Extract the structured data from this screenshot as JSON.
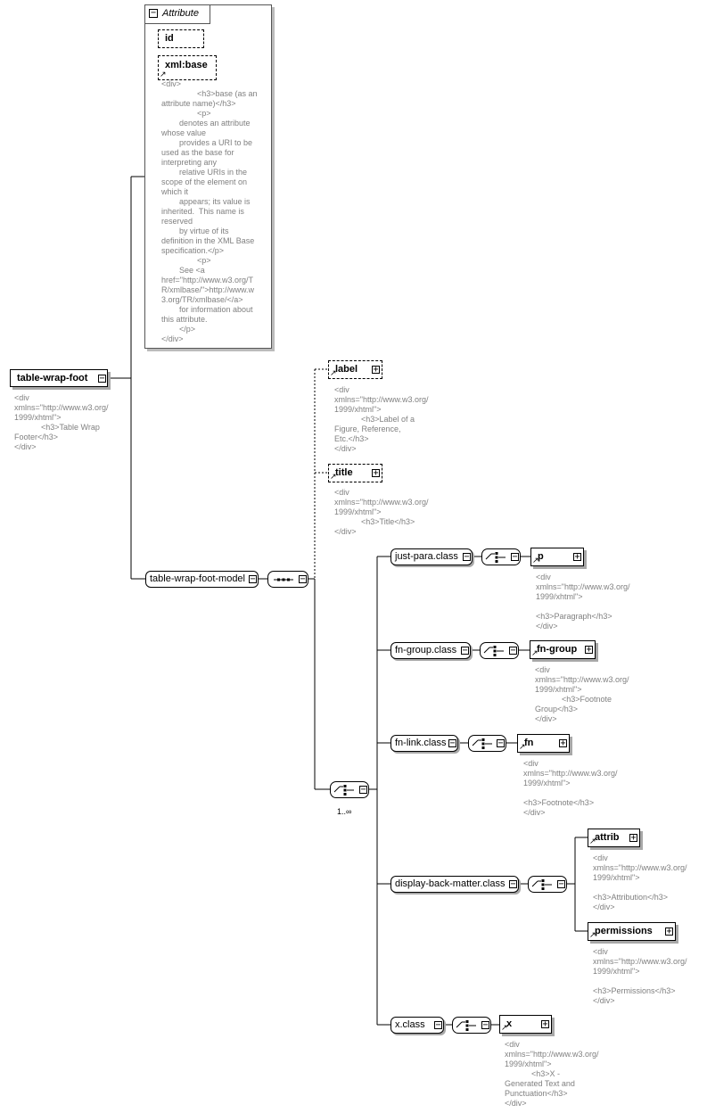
{
  "root": {
    "name": "table-wrap-foot",
    "doc": "<div\nxmlns=\"http://www.w3.org/\n1999/xhtml\">\n            <h3>Table Wrap\nFooter</h3>\n</div>"
  },
  "attribute_panel": {
    "header": "Attribute",
    "attrs": [
      {
        "name": "id"
      },
      {
        "name": "xml:base"
      }
    ],
    "xmlbase_doc": "<div>\n                <h3>base (as an\nattribute name)</h3>\n                <p>\n        denotes an attribute\nwhose value\n        provides a URI to be\nused as the base for\ninterpreting any\n        relative URIs in the\nscope of the element on\nwhich it\n        appears; its value is\ninherited.  This name is\nreserved\n        by virtue of its\ndefinition in the XML Base\nspecification.</p>\n                <p>\n        See <a\nhref=\"http://www.w3.org/T\nR/xmlbase/\">http://www.w\n3.org/TR/xmlbase/</a>\n        for information about\nthis attribute.\n        </p>\n</div>"
  },
  "model_group": {
    "name": "table-wrap-foot-model"
  },
  "optional": [
    {
      "name": "label",
      "doc": "<div\nxmlns=\"http://www.w3.org/\n1999/xhtml\">\n            <h3>Label of a\nFigure, Reference,\nEtc.</h3>\n</div>"
    },
    {
      "name": "title",
      "doc": "<div\nxmlns=\"http://www.w3.org/\n1999/xhtml\">\n            <h3>Title</h3>\n</div>"
    }
  ],
  "choice_cardinality": "1..∞",
  "classes": [
    {
      "group": "just-para.class",
      "children": [
        {
          "name": "p",
          "doc": "<div\nxmlns=\"http://www.w3.org/\n1999/xhtml\">\n\n<h3>Paragraph</h3>\n</div>"
        }
      ]
    },
    {
      "group": "fn-group.class",
      "children": [
        {
          "name": "fn-group",
          "doc": "<div\nxmlns=\"http://www.w3.org/\n1999/xhtml\">\n            <h3>Footnote\nGroup</h3>\n</div>"
        }
      ]
    },
    {
      "group": "fn-link.class",
      "children": [
        {
          "name": "fn",
          "doc": "<div\nxmlns=\"http://www.w3.org/\n1999/xhtml\">\n\n<h3>Footnote</h3>\n</div>"
        }
      ]
    },
    {
      "group": "display-back-matter.class",
      "children": [
        {
          "name": "attrib",
          "doc": "<div\nxmlns=\"http://www.w3.org/\n1999/xhtml\">\n\n<h3>Attribution</h3>\n</div>"
        },
        {
          "name": "permissions",
          "doc": "<div\nxmlns=\"http://www.w3.org/\n1999/xhtml\">\n\n<h3>Permissions</h3>\n</div>"
        }
      ]
    },
    {
      "group": "x.class",
      "children": [
        {
          "name": "x",
          "doc": "<div\nxmlns=\"http://www.w3.org/\n1999/xhtml\">\n            <h3>X -\nGenerated Text and\nPunctuation</h3>\n</div>"
        }
      ]
    }
  ]
}
